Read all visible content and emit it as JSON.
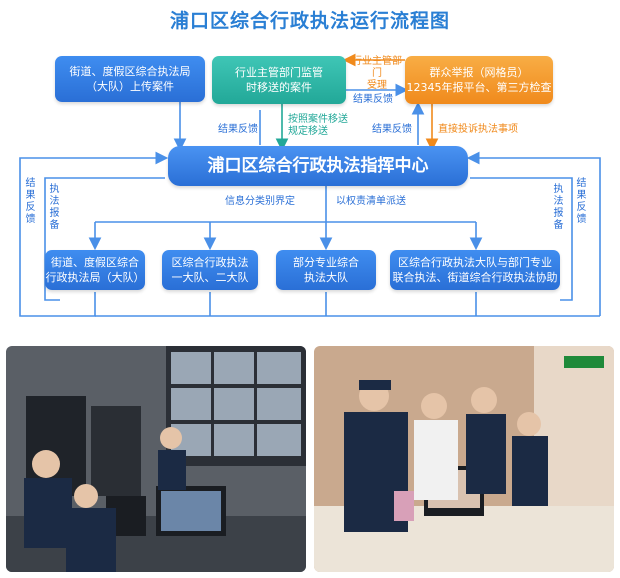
{
  "title": "浦口区综合行政执法运行流程图",
  "nodes": {
    "street_upload": [
      "街道、度假区综合执法局",
      "（大队）上传案件"
    ],
    "industry": [
      "行业主管部门监管",
      "时移送的案件"
    ],
    "public": [
      "群众举报（网格员）",
      "12345年报平台、第三方检查"
    ],
    "center": "浦口区综合行政执法指挥中心",
    "bottom1": [
      "街道、度假区综合",
      "行政执法局（大队）"
    ],
    "bottom2": [
      "区综合行政执法",
      "一大队、二大队"
    ],
    "bottom3": [
      "部分专业综合",
      "执法大队"
    ],
    "bottom4": [
      "区综合行政执法大队与部门专业",
      "联合执法、街道综合行政执法协助"
    ]
  },
  "labels": {
    "industry_accept": [
      "行业主管部门",
      "受理"
    ],
    "result_feedback_top": "结果反馈",
    "result_feedback_left": "结果反馈",
    "transfer_by_case": [
      "按照案件移送",
      "规定移送"
    ],
    "result_feedback_right": "结果反馈",
    "direct_complaint": "直接投诉执法事项",
    "classify": "信息分类别界定",
    "dispatch": "以权责清单派送",
    "side_left_outer": "结果反馈",
    "side_left_inner": "执法报备",
    "side_right_inner": "执法报备",
    "side_right_outer": "结果反馈"
  },
  "colors": {
    "blue": "#2a6fd6",
    "teal": "#22a898",
    "orange": "#f08a1c",
    "title": "#2a7fd4"
  }
}
